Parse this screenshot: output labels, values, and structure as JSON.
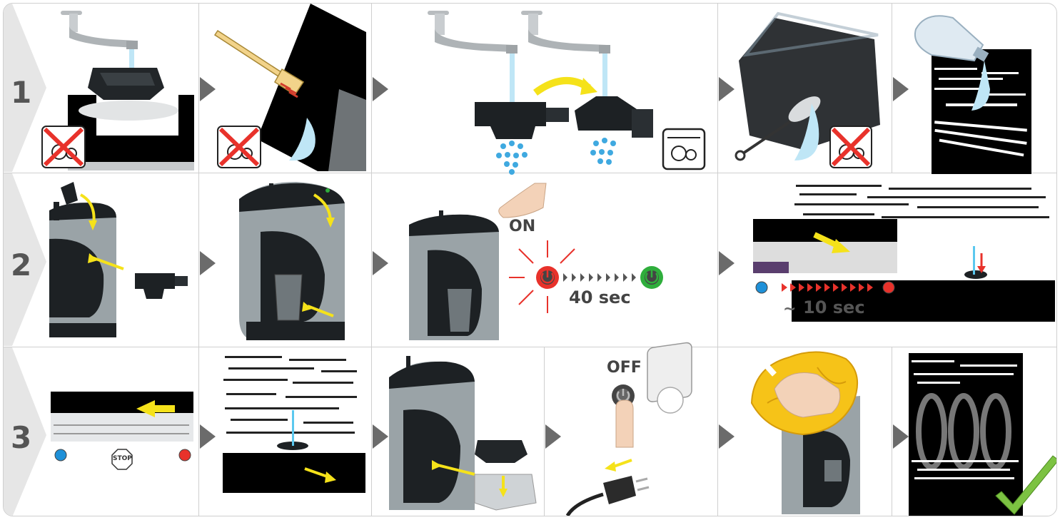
{
  "rows": [
    {
      "label": "1"
    },
    {
      "label": "2"
    },
    {
      "label": "3"
    }
  ],
  "labels": {
    "on": "ON",
    "forty_sec": "40 sec",
    "tilde": "~",
    "ten_sec": "10 sec",
    "stop": "STOP",
    "off": "OFF"
  },
  "colors": {
    "border": "#cfcfcf",
    "chevron": "#e6e6e6",
    "arrow": "#6b6b6b",
    "yellow_arrow": "#f5e21a",
    "red": "#e8322b",
    "blue_dot": "#1e90d8",
    "green": "#2fae3c",
    "machine_body": "#9aa3a7",
    "dark_part": "#1d2124"
  },
  "icons": [
    "tap-icon",
    "drip-tray-icon",
    "brush-icon",
    "dishwasher-forbidden-icon",
    "dishwasher-safe-icon",
    "bottle-brush-icon",
    "bottle-icon",
    "coffee-machine-icon",
    "power-button-icon",
    "finger-icon",
    "plug-icon",
    "socket-icon",
    "cloth-icon",
    "hand-icon",
    "checkmark-icon"
  ]
}
